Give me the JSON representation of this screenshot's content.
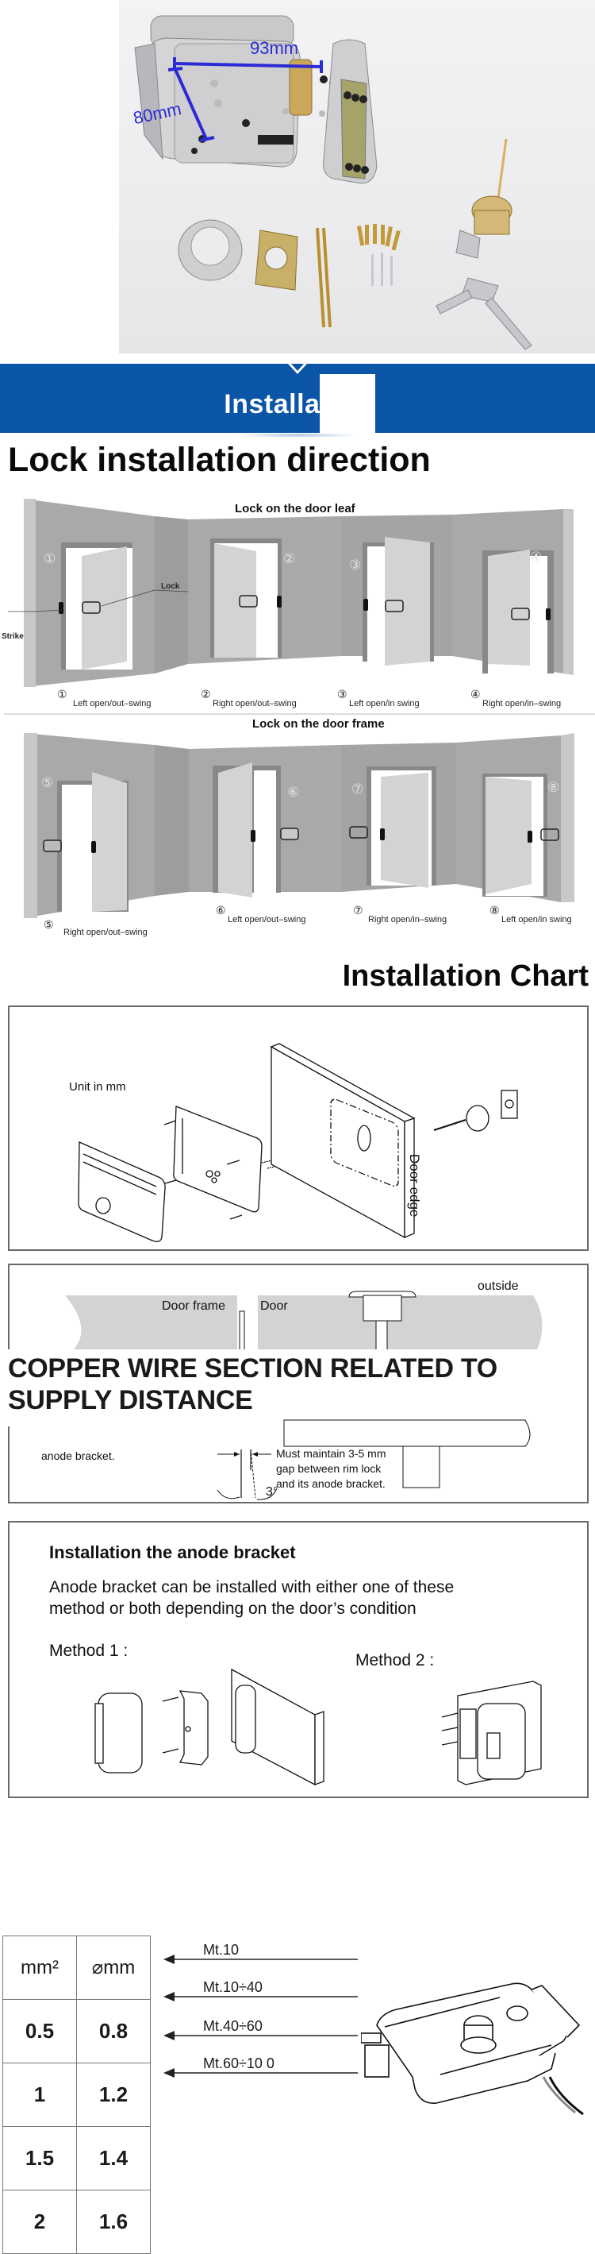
{
  "photo": {
    "dimension_width": "93mm",
    "dimension_height": "80mm",
    "accent_color": "#2b2bd6"
  },
  "banner": {
    "title": "Installation",
    "bg_color": "#0a55a6"
  },
  "direction": {
    "title": "Lock installation direction",
    "leaf": {
      "subtitle": "Lock on the door leaf",
      "callouts": {
        "lock": "Lock",
        "strike": "Strike"
      },
      "doors": [
        {
          "num": "①",
          "label": "Left open/out–swing"
        },
        {
          "num": "②",
          "label": "Right open/out–swing"
        },
        {
          "num": "③",
          "label": "Left open/in swing"
        },
        {
          "num": "④",
          "label": "Right open/in–swing"
        }
      ]
    },
    "frame": {
      "subtitle": "Lock on the door frame",
      "doors": [
        {
          "num": "⑤",
          "label": "Right open/out–swing"
        },
        {
          "num": "⑥",
          "label": "Left open/out–swing"
        },
        {
          "num": "⑦",
          "label": "Right open/in–swing"
        },
        {
          "num": "⑧",
          "label": "Left open/in swing"
        }
      ]
    }
  },
  "chart": {
    "title": "Installation Chart",
    "unit_note": "Unit in mm",
    "door_edge": "Door edge"
  },
  "section_diagram": {
    "outside": "outside",
    "door_frame": "Door frame",
    "door": "Door",
    "overlay_title_line1": "COPPER WIRE SECTION RELATED TO",
    "overlay_title_line2": "SUPPLY DISTANCE",
    "anode_text": "anode bracket.",
    "gap_note": [
      "Must maintain 3-5 mm",
      "gap between rim lock",
      "and its anode bracket."
    ],
    "angle": "3°"
  },
  "anode": {
    "title": "Installation the anode bracket",
    "desc_line1": "Anode bracket can be installed with either one of these",
    "desc_line2": "method or both depending on the door’s condition",
    "method1": "Method 1 :",
    "method2": "Method 2 :"
  },
  "copper_table": {
    "headers": [
      "mm²",
      "⌀mm"
    ],
    "rows": [
      [
        "0.5",
        "0.8"
      ],
      [
        "1",
        "1.2"
      ],
      [
        "1.5",
        "1.4"
      ],
      [
        "2",
        "1.6"
      ]
    ],
    "distances": [
      "Mt.10",
      "Mt.10÷40",
      "Mt.40÷60",
      "Mt.60÷10 0"
    ]
  }
}
